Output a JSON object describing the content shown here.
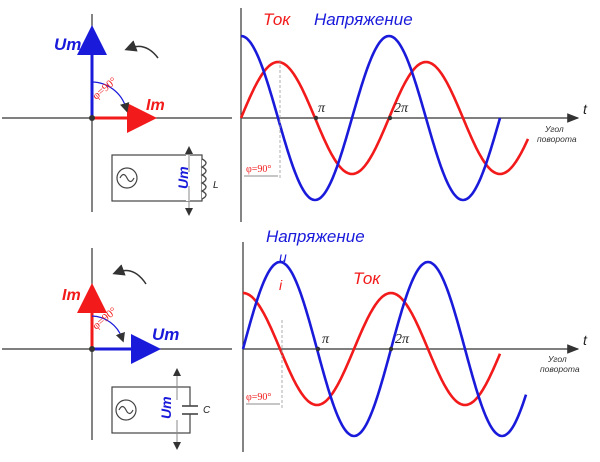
{
  "colors": {
    "voltage": "#1a1adb",
    "current": "#f21a1a",
    "axis": "#333333",
    "text_dark": "#222222"
  },
  "top": {
    "phasor": {
      "vertical_label": "Um",
      "horizontal_label": "Im",
      "angle_label": "φ=90°"
    },
    "circuit": {
      "component_letter": "L",
      "meter_label": "Um"
    },
    "graph": {
      "current_legend": "Ток",
      "voltage_legend": "Напряжение",
      "pi_label": "π",
      "two_pi_label": "2π",
      "phase_label": "φ=90°",
      "t_label": "t",
      "angle_caption_1": "Угол",
      "angle_caption_2": "поворота"
    }
  },
  "bottom": {
    "phasor": {
      "vertical_label": "Im",
      "horizontal_label": "Um",
      "angle_label": "φ=90°"
    },
    "circuit": {
      "component_letter": "C",
      "meter_label": "Um"
    },
    "graph": {
      "voltage_legend": "Напряжение",
      "u_label": "u",
      "i_label": "i",
      "current_legend": "Ток",
      "pi_label": "π",
      "two_pi_label": "2π",
      "phase_label": "φ=90°",
      "t_label": "t",
      "angle_caption_1": "Угол",
      "angle_caption_2": "поворота"
    }
  }
}
